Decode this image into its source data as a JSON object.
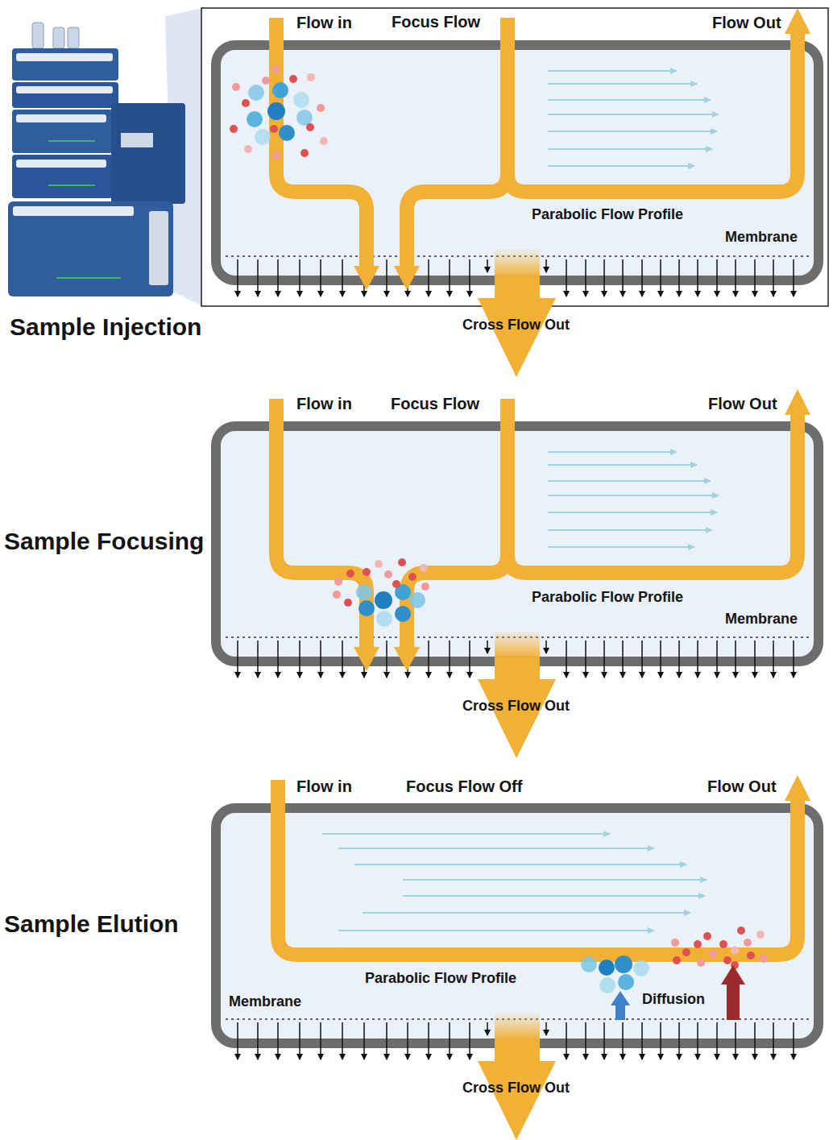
{
  "diagram": {
    "nodes": [
      {
        "text": [
          "Parabolic Flow Profile",
          "Membrane"
        ]
      },
      {
        "text": [
          "Parabolic Flow Profile",
          "Membrane"
        ]
      },
      {
        "text": [
          "Parabolic Flow Profile",
          "Membrane",
          "Diffusion"
        ]
      }
    ],
    "labels": [
      "Flow in",
      "Focus Flow",
      "Flow Out",
      "Cross Flow Out",
      "Sample Injection",
      "Flow in",
      "Focus Flow",
      "Flow Out",
      "Cross Flow Out",
      "Sample Focusing",
      "Flow in",
      "Focus Flow Off",
      "Flow Out",
      "Cross Flow Out",
      "Sample Elution"
    ]
  }
}
